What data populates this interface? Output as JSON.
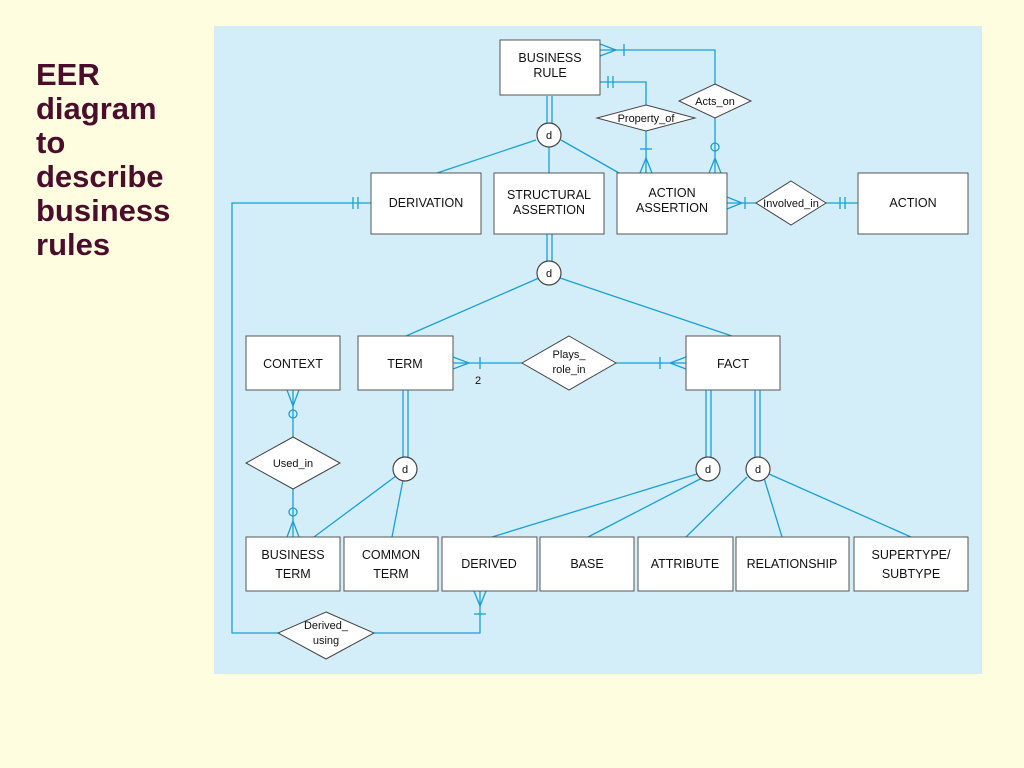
{
  "slide": {
    "title_lines": [
      "EER",
      "diagram",
      "to",
      "describe",
      "business",
      "rules"
    ]
  },
  "colors": {
    "background": "#fffde0",
    "panel": "#d3eef8",
    "title": "#4a0d2c",
    "connector": "#1aa0d6"
  },
  "diagram": {
    "entities": {
      "business_rule": [
        "BUSINESS",
        "RULE"
      ],
      "derivation": [
        "DERIVATION"
      ],
      "structural_assertion": [
        "STRUCTURAL",
        "ASSERTION"
      ],
      "action_assertion": [
        "ACTION",
        "ASSERTION"
      ],
      "action": [
        "ACTION"
      ],
      "context": [
        "CONTEXT"
      ],
      "term": [
        "TERM"
      ],
      "fact": [
        "FACT"
      ],
      "business_term": [
        "BUSINESS",
        "TERM"
      ],
      "common_term": [
        "COMMON",
        "TERM"
      ],
      "derived": [
        "DERIVED"
      ],
      "base": [
        "BASE"
      ],
      "attribute": [
        "ATTRIBUTE"
      ],
      "relationship": [
        "RELATIONSHIP"
      ],
      "supertype_subtype": [
        "SUPERTYPE/",
        "SUBTYPE"
      ]
    },
    "relationships": {
      "acts_on": [
        "Acts_on"
      ],
      "property_of": [
        "Property_of"
      ],
      "involved_in": [
        "Involved_in"
      ],
      "plays_role_in": [
        "Plays_",
        "role_in"
      ],
      "used_in": [
        "Used_in"
      ],
      "derived_using": [
        "Derived_",
        "using"
      ]
    },
    "disjoint_marker": "d",
    "cardinality_label": "2"
  }
}
